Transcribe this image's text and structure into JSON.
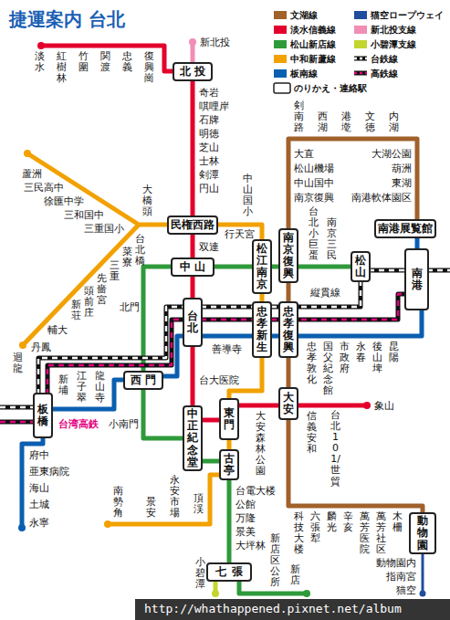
{
  "diagram": {
    "title": "捷運案内 台北",
    "nodes": [
      {
        "text": [
          "北投"
        ]
      },
      {
        "text": [
          "民権西路"
        ]
      },
      {
        "text": [
          "南港展覧館"
        ]
      },
      {
        "text": [
          "南京復興"
        ]
      },
      {
        "text": [
          "松江南京"
        ]
      },
      {
        "text": [
          "中山"
        ]
      },
      {
        "text": [
          "松山"
        ]
      },
      {
        "text": [
          "南港"
        ]
      },
      {
        "text": [
          "台北"
        ]
      },
      {
        "text": [
          "忠孝新生"
        ]
      },
      {
        "text": [
          "忠孝復興"
        ]
      },
      {
        "text": [
          "西門"
        ]
      },
      {
        "text": [
          "大安"
        ]
      },
      {
        "text": [
          "板橋"
        ]
      },
      {
        "text": [
          "東門"
        ]
      },
      {
        "text": [
          "中正紀念堂"
        ]
      },
      {
        "text": [
          "古亭"
        ]
      },
      {
        "text": [
          "動物園"
        ]
      },
      {
        "text": [
          "七張"
        ]
      }
    ],
    "edges": [
      {
        "from": 0,
        "to": 1,
        "arrow": "none"
      },
      {
        "from": 1,
        "to": 5,
        "arrow": "none"
      },
      {
        "from": 5,
        "to": 8,
        "arrow": "none"
      },
      {
        "from": 8,
        "to": 15,
        "arrow": "none"
      },
      {
        "from": 15,
        "to": 14,
        "arrow": "none"
      },
      {
        "from": 14,
        "to": 12,
        "arrow": "none"
      },
      {
        "from": 1,
        "to": 4,
        "arrow": "none"
      },
      {
        "from": 4,
        "to": 9,
        "arrow": "none"
      },
      {
        "from": 9,
        "to": 14,
        "arrow": "none"
      },
      {
        "from": 14,
        "to": 16,
        "arrow": "none"
      },
      {
        "from": 6,
        "to": 3,
        "arrow": "none"
      },
      {
        "from": 3,
        "to": 4,
        "arrow": "none"
      },
      {
        "from": 4,
        "to": 5,
        "arrow": "none"
      },
      {
        "from": 5,
        "to": 11,
        "arrow": "none"
      },
      {
        "from": 11,
        "to": 15,
        "arrow": "none"
      },
      {
        "from": 15,
        "to": 16,
        "arrow": "none"
      },
      {
        "from": 16,
        "to": 18,
        "arrow": "none"
      },
      {
        "from": 2,
        "to": 3,
        "arrow": "none"
      },
      {
        "from": 3,
        "to": 10,
        "arrow": "none"
      },
      {
        "from": 10,
        "to": 12,
        "arrow": "none"
      },
      {
        "from": 12,
        "to": 17,
        "arrow": "none"
      },
      {
        "from": 13,
        "to": 11,
        "arrow": "none"
      },
      {
        "from": 11,
        "to": 8,
        "arrow": "none"
      },
      {
        "from": 8,
        "to": 9,
        "arrow": "none"
      },
      {
        "from": 9,
        "to": 10,
        "arrow": "none"
      },
      {
        "from": 10,
        "to": 7,
        "arrow": "none"
      },
      {
        "from": 7,
        "to": 2,
        "arrow": "none"
      },
      {
        "from": 13,
        "to": 8,
        "arrow": "none"
      },
      {
        "from": 8,
        "to": 6,
        "arrow": "none"
      },
      {
        "from": 6,
        "to": 7,
        "arrow": "none"
      },
      {
        "from": 13,
        "to": 8,
        "arrow": "none"
      },
      {
        "from": 8,
        "to": 7,
        "arrow": "none"
      }
    ],
    "labels": [
      "新北投",
      "淡水",
      "紅樹林",
      "竹圍",
      "関渡",
      "忠義",
      "復興崗",
      "奇岩",
      "唭哩岸",
      "石牌",
      "明徳",
      "芝山",
      "士林",
      "剣潭",
      "円山",
      "剣南路",
      "西湖",
      "港墘",
      "文徳",
      "内湖",
      "大直",
      "松山機場",
      "中山国中",
      "南京復興",
      "大湖公園",
      "葫洲",
      "東湖",
      "南港軟体園区",
      "中山国小",
      "大橋頭",
      "蘆洲",
      "三民高中",
      "徐匯中学",
      "三和国中",
      "三重国小",
      "行天宮",
      "双連",
      "台北小巨蛋",
      "南京三民",
      "北門",
      "縦貫線",
      "善導寺",
      "丹鳳",
      "輔大",
      "新荘",
      "頭前庄",
      "先嗇宮",
      "三重",
      "菜寮",
      "台北橋",
      "迴龍",
      "新埔",
      "江子翠",
      "龍山寺",
      "台湾高鉄",
      "小南門",
      "台大医院",
      "府中",
      "亜東病院",
      "海山",
      "土城",
      "永寧",
      "忠孝敦化",
      "国父紀念館",
      "市政府",
      "永春",
      "後山埤",
      "昆陽",
      "大安森林公園",
      "信義安和",
      "台北101/世貿",
      "象山",
      "頂渓",
      "永安市場",
      "景安",
      "南勢角",
      "台電大楼",
      "公館",
      "万隆",
      "景美",
      "大坪林",
      "新店区公所",
      "新店",
      "小碧潭",
      "科技大楼",
      "六張犁",
      "麟光",
      "辛亥",
      "萬芳医院",
      "萬芳社区",
      "木柵",
      "動物園内",
      "指南宮",
      "猫空",
      "http://whathappened.pixnet.net/album"
    ],
    "legend": [
      {
        "text": "文湖線",
        "color": "#a0612b"
      },
      {
        "text": "淡水信義線",
        "color": "#e3002c"
      },
      {
        "text": "松山新店線",
        "color": "#2e9a3a"
      },
      {
        "text": "中和新蘆線",
        "color": "#f2a100"
      },
      {
        "text": "板南線",
        "color": "#0a5fb0"
      },
      {
        "text": "のりかえ・連絡駅"
      },
      {
        "text": "猫空ロープウェイ",
        "color": "#1f4e9c"
      },
      {
        "text": "新北投支線",
        "color": "#f28db5"
      },
      {
        "text": "小碧潭支線",
        "color": "#c2d62e"
      },
      {
        "text": "台鉄線"
      },
      {
        "text": "高鉄線"
      }
    ]
  }
}
